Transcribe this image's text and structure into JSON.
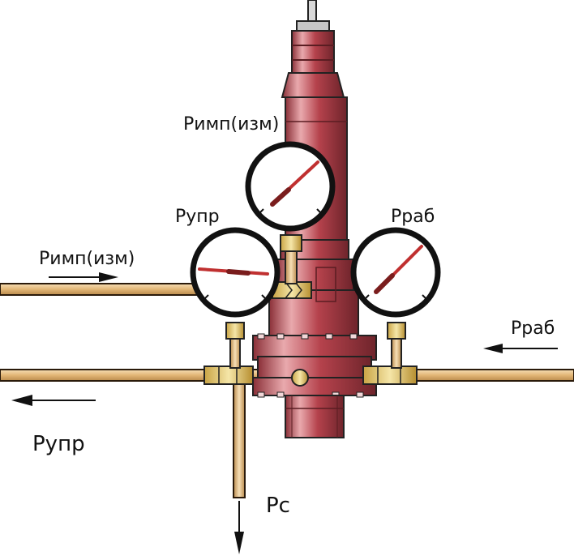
{
  "labels": {
    "gauge_top": "Pимп(изм)",
    "gauge_left": "Pупр",
    "gauge_right": "Pраб",
    "inlet_left": "Pимп(изм)",
    "inlet_right": "Pраб",
    "outlet_left": "Pупр",
    "outlet_bottom": "Pс"
  },
  "colors": {
    "body": "#b5424c",
    "body_dark": "#7e2a31",
    "body_light": "#e9a9ad",
    "pipe": "#e7c08a",
    "pipe_edge": "#6b4a24",
    "fitting": "#e6c86e",
    "needle": "#c03030",
    "line": "#111111"
  },
  "icons": {
    "gauge": "pressure-gauge-icon",
    "arrow": "flow-arrow-icon"
  }
}
